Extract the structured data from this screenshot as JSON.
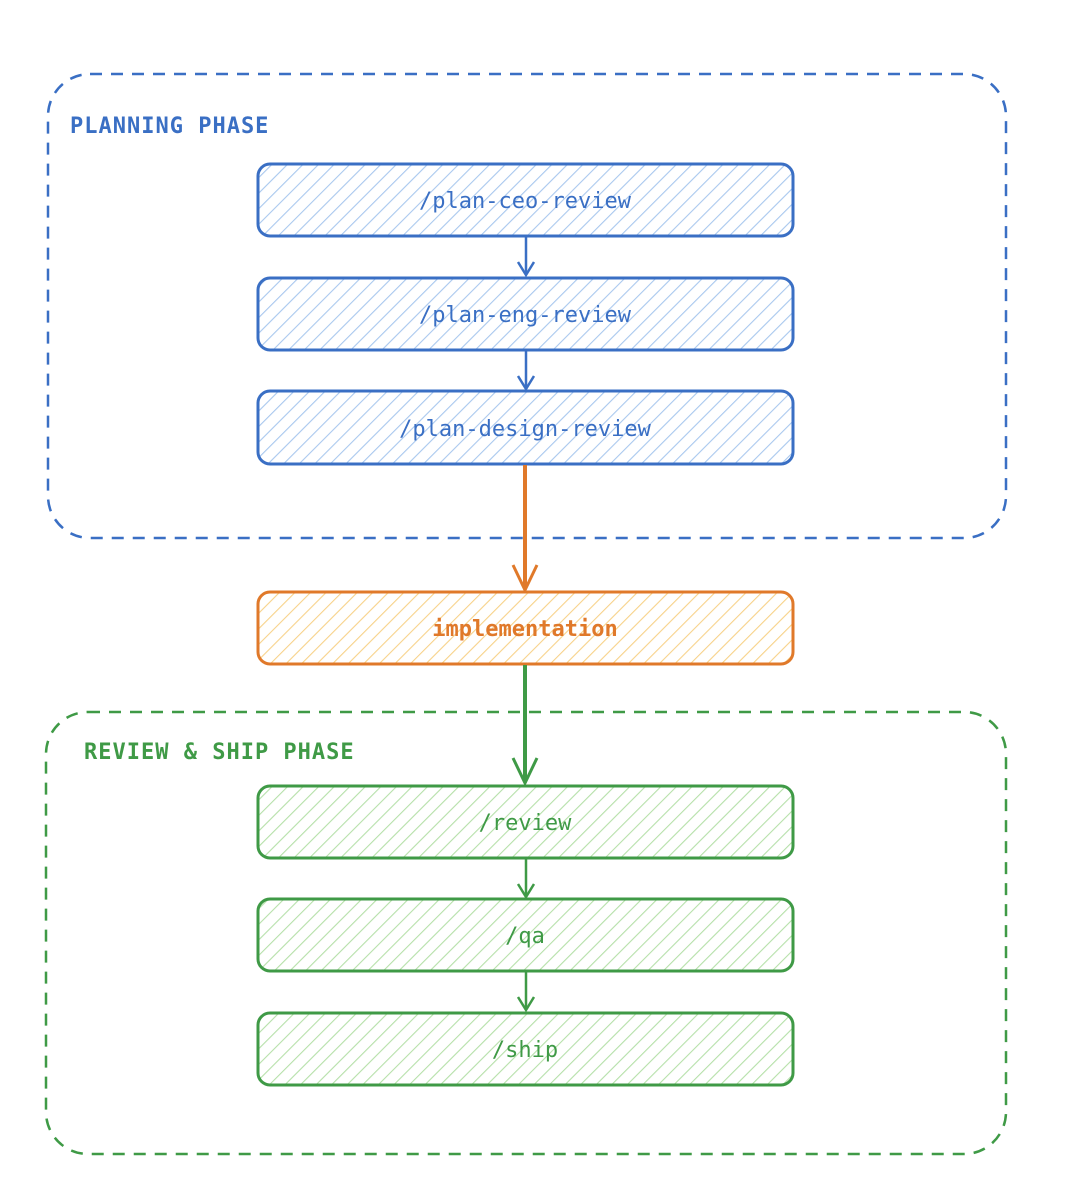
{
  "colors": {
    "blue_stroke": "#3a6fc4",
    "blue_hatch": "#a9c8ee",
    "orange_stroke": "#e0792a",
    "orange_hatch": "#f7d289",
    "green_stroke": "#3f9a46",
    "green_hatch": "#b5e0a9",
    "background": "#ffffff"
  },
  "planning_phase": {
    "title": "PLANNING PHASE",
    "nodes": [
      "/plan-ceo-review",
      "/plan-eng-review",
      "/plan-design-review"
    ]
  },
  "implementation": {
    "label": "implementation"
  },
  "review_phase": {
    "title": "REVIEW & SHIP PHASE",
    "nodes": [
      "/review",
      "/qa",
      "/ship"
    ]
  }
}
